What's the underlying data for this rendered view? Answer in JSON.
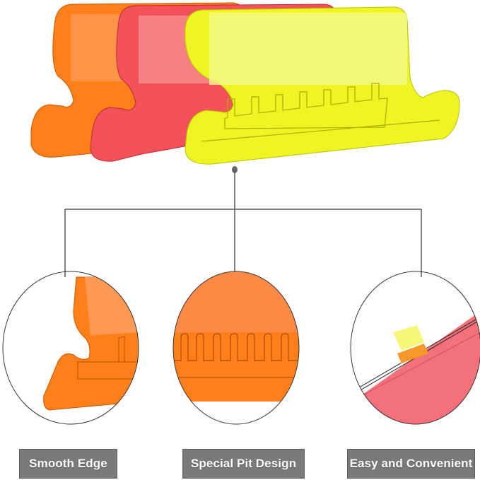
{
  "product": {
    "name": "hanging-folder-tabs",
    "colors": {
      "orange": "#ff7f1a",
      "red": "#f4525a",
      "yellow": "#eef522",
      "connector": "#555555",
      "label_bg": "#7a7a7a",
      "label_text": "#ffffff"
    }
  },
  "features": [
    {
      "label": "Smooth Edge",
      "detail": "smooth-edge-closeup"
    },
    {
      "label": "Special Pit Design",
      "detail": "pit-design-closeup"
    },
    {
      "label": "Easy and Convenient",
      "detail": "folder-usage-closeup"
    }
  ]
}
